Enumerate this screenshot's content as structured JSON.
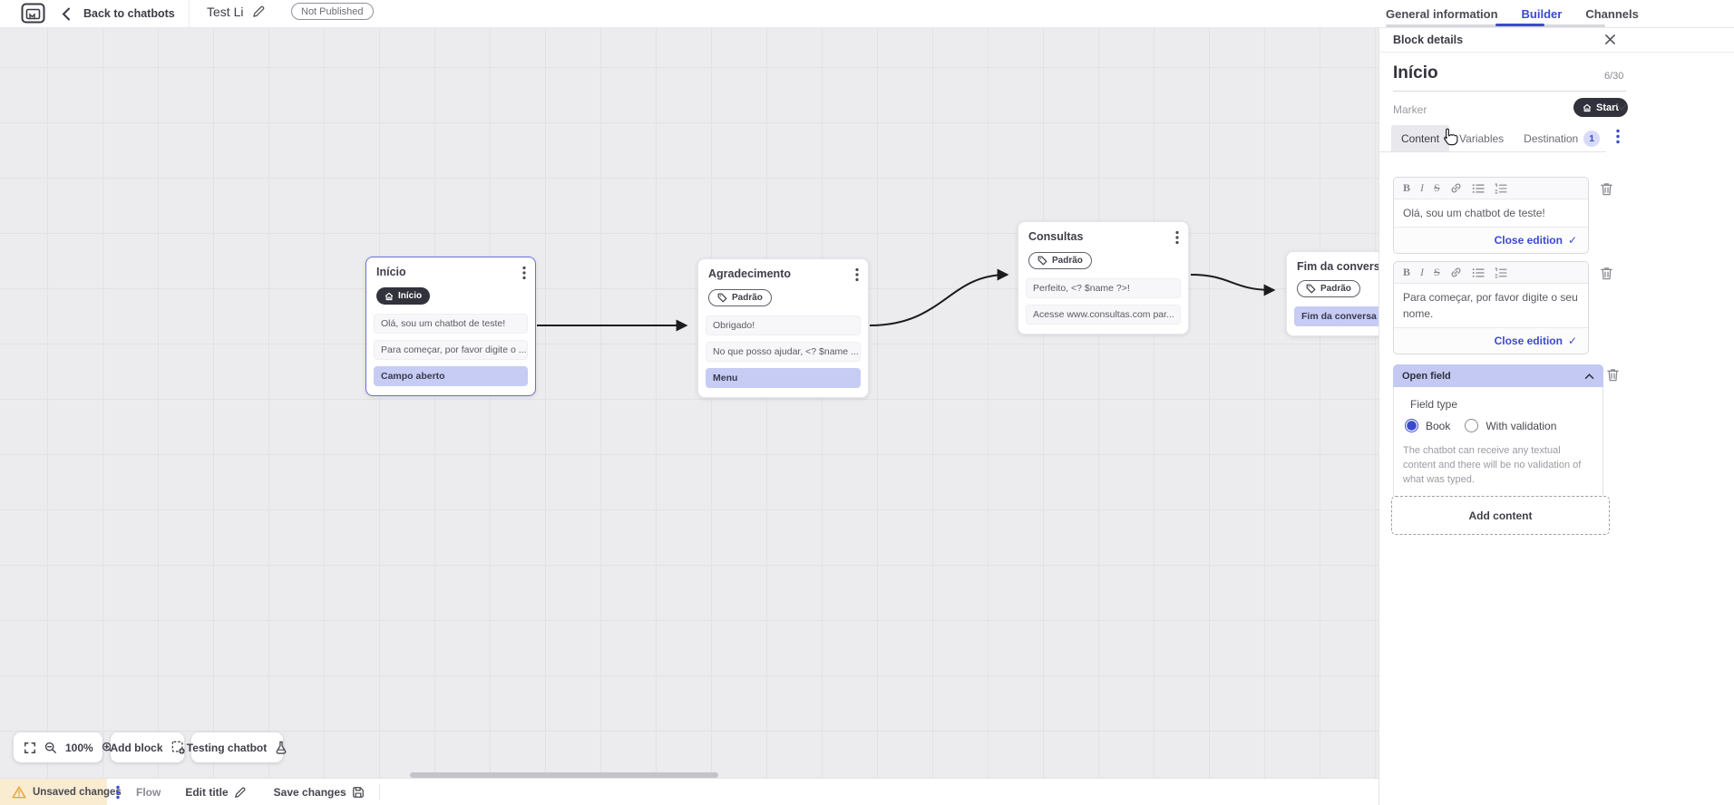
{
  "topbar": {
    "back_label": "Back to chatbots",
    "title": "Test Li",
    "status_badge": "Not Published",
    "tabs": [
      {
        "label": "General information"
      },
      {
        "label": "Builder"
      },
      {
        "label": "Channels"
      }
    ]
  },
  "canvas": {
    "blocks": [
      {
        "title": "Início",
        "badge": "Início",
        "rows": [
          {
            "text": "Olá, sou um chatbot de teste!"
          },
          {
            "text": "Para começar, por favor digite o ..."
          },
          {
            "text": "Campo aberto"
          }
        ]
      },
      {
        "title": "Agradecimento",
        "badge": "Padrão",
        "rows": [
          {
            "text": "Obrigado!"
          },
          {
            "text": "No que posso ajudar, <? $name ..."
          },
          {
            "text": "Menu"
          }
        ]
      },
      {
        "title": "Consultas",
        "badge": "Padrão",
        "rows": [
          {
            "text": "Perfeito, <? $name ?>!"
          },
          {
            "text": "Acesse www.consultas.com par..."
          }
        ]
      },
      {
        "title": "Fim da conversa",
        "badge": "Padrão",
        "rows": [
          {
            "text": "Fim da conversa"
          }
        ]
      }
    ],
    "toolbar": {
      "zoom_level": "100%",
      "add_block": "Add block",
      "testing_chatbot": "Testing chatbot"
    }
  },
  "panel": {
    "header": "Block details",
    "block_name": "Início",
    "char_counter": "6/30",
    "marker_label": "Marker",
    "marker_value": "Start",
    "tabs": [
      {
        "label": "Content"
      },
      {
        "label": "Variables"
      },
      {
        "label": "Destination",
        "badge": "1"
      }
    ],
    "toolbar_icons": {
      "bold": "B",
      "italic": "I",
      "strike": "S"
    },
    "editors": [
      {
        "text": "Olá, sou um chatbot de teste!",
        "close_label": "Close edition"
      },
      {
        "text": "Para começar, por favor digite o seu nome.",
        "close_label": "Close edition"
      }
    ],
    "open_field": {
      "title": "Open field",
      "field_type_label": "Field type",
      "options": [
        {
          "label": "Book"
        },
        {
          "label": "With validation"
        }
      ],
      "description": "The chatbot can receive any textual content and there will be no validation of what was typed."
    },
    "add_content_label": "Add content"
  },
  "statusbar": {
    "unsaved": "Unsaved changes",
    "flow": "Flow",
    "edit_title": "Edit title",
    "save": "Save changes"
  },
  "colors": {
    "accent": "#3b49cf",
    "dark_pill": "#32323d",
    "highlight": "#c6ccf4",
    "warning": "#e8a33c"
  }
}
